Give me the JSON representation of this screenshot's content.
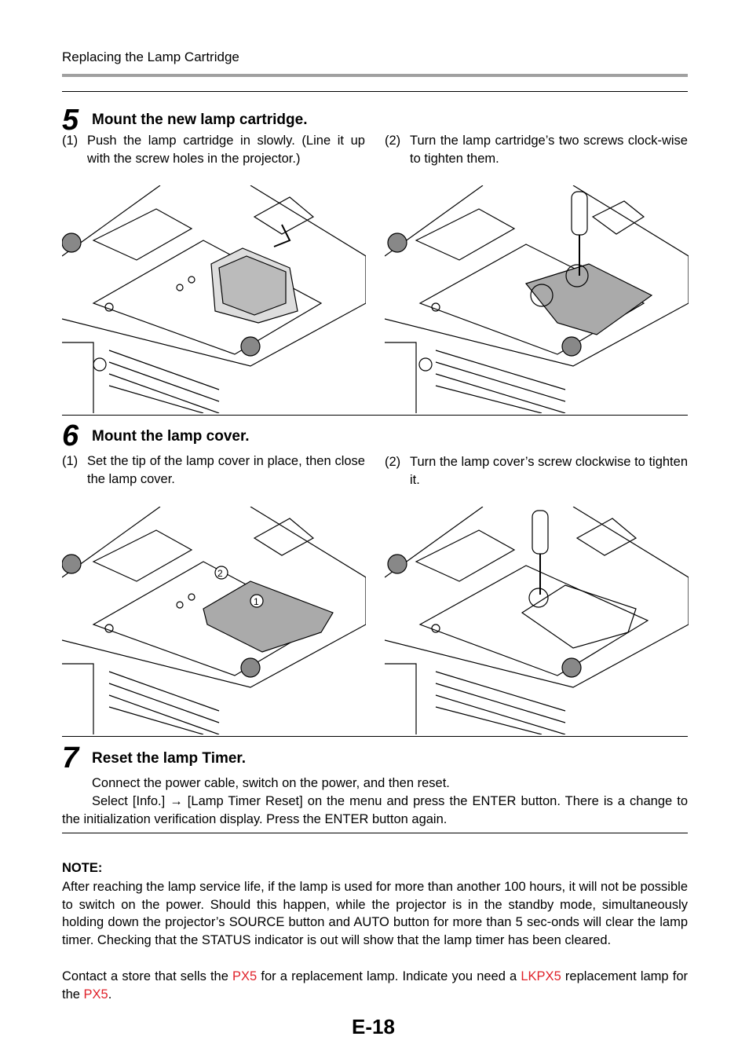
{
  "header": {
    "title": "Replacing the Lamp Cartridge"
  },
  "step5": {
    "number": "5",
    "title": "Mount the new lamp cartridge.",
    "items": [
      {
        "num": "(1)",
        "text": "Push the lamp cartridge in slowly. (Line it up with the screw holes in the projector.)"
      },
      {
        "num": "(2)",
        "text": "Turn the lamp cartridge’s two screws clock-wise to tighten them."
      }
    ]
  },
  "step6": {
    "number": "6",
    "title": "Mount the lamp cover.",
    "items": [
      {
        "num": "(1)",
        "text": "Set the tip of the lamp cover in place, then close the lamp cover."
      },
      {
        "num": "(2)",
        "text": "Turn the lamp cover’s screw clockwise to tighten it."
      }
    ],
    "figure_labels": {
      "one": "1",
      "two": "2"
    }
  },
  "step7": {
    "number": "7",
    "title": "Reset the lamp Timer.",
    "line1": "Connect the power cable, switch on the power, and then reset.",
    "line2": "Select [Info.] → [Lamp Timer Reset] on the menu and press the ENTER button. There is a change to the initialization verification display. Press the ENTER button again."
  },
  "note": {
    "title": "NOTE:",
    "paragraph1": "After reaching the lamp service life, if the lamp is used for more than another 100 hours, it will not be possible to switch on the power. Should this happen, while the projector is in the standby mode, simultaneously holding down the projector’s SOURCE button and AUTO button for more than 5 sec-onds will clear the lamp timer. Checking that the STATUS indicator is out will show that the lamp timer has been cleared.",
    "p2_a": "Contact a store that sells the ",
    "p2_px5": "PX5",
    "p2_b": " for a replacement lamp. Indicate you need a ",
    "p2_lkpx5": "LKPX5",
    "p2_c": " replacement lamp for the ",
    "p2_px5b": "PX5",
    "p2_d": "."
  },
  "page_number": "E-18",
  "colors": {
    "rule_gray": "#a0a0a0",
    "highlight_red": "#e0222a"
  }
}
